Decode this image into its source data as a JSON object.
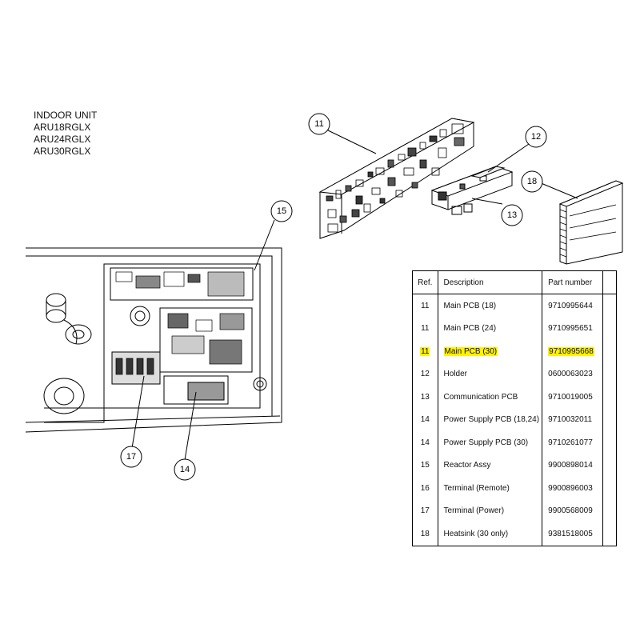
{
  "models": {
    "title": "INDOOR UNIT",
    "items": [
      "ARU18RGLX",
      "ARU24RGLX",
      "ARU30RGLX"
    ]
  },
  "callouts": {
    "c11": "11",
    "c12": "12",
    "c13": "13",
    "c14": "14",
    "c15": "15",
    "c17": "17",
    "c18": "18"
  },
  "table": {
    "headers": {
      "ref": "Ref.",
      "description": "Description",
      "part_number": "Part number"
    },
    "rows": [
      {
        "ref": "11",
        "description": "Main PCB (18)",
        "part_number": "9710995644",
        "highlighted": false
      },
      {
        "ref": "11",
        "description": "Main PCB (24)",
        "part_number": "9710995651",
        "highlighted": false
      },
      {
        "ref": "11",
        "description": "Main PCB (30)",
        "part_number": "9710995668",
        "highlighted": true
      },
      {
        "ref": "12",
        "description": "Holder",
        "part_number": "0600063023",
        "highlighted": false
      },
      {
        "ref": "13",
        "description": "Communication PCB",
        "part_number": "9710019005",
        "highlighted": false
      },
      {
        "ref": "14",
        "description": "Power Supply PCB (18,24)",
        "part_number": "9710032011",
        "highlighted": false
      },
      {
        "ref": "14",
        "description": "Power Supply PCB (30)",
        "part_number": "9710261077",
        "highlighted": false
      },
      {
        "ref": "15",
        "description": "Reactor Assy",
        "part_number": "9900898014",
        "highlighted": false
      },
      {
        "ref": "16",
        "description": "Terminal (Remote)",
        "part_number": "9900896003",
        "highlighted": false
      },
      {
        "ref": "17",
        "description": "Terminal (Power)",
        "part_number": "9900568009",
        "highlighted": false
      },
      {
        "ref": "18",
        "description": "Heatsink (30 only)",
        "part_number": "9381518005",
        "highlighted": false
      }
    ]
  },
  "colors": {
    "highlight": "#fff200",
    "line": "#000000"
  }
}
